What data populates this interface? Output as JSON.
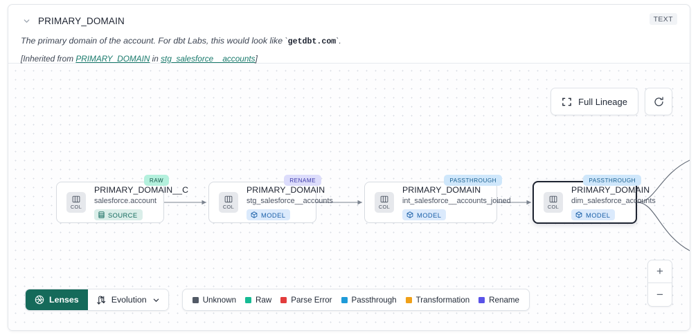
{
  "header": {
    "chevron_icon": "chevron-down-icon",
    "title": "PRIMARY_DOMAIN",
    "type_badge": "TEXT",
    "description_prefix": "The primary domain of the account. For dbt Labs, this would look like `",
    "description_code": "getdbt.com",
    "description_suffix": "`.",
    "inherited_prefix": "[Inherited from ",
    "inherited_link_1": "PRIMARY_DOMAIN",
    "inherited_mid": " in ",
    "inherited_link_2": "stg_salesforce__accounts",
    "inherited_suffix": "]"
  },
  "canvas": {
    "full_lineage_label": "Full Lineage",
    "full_lineage_icon": "expand-icon",
    "refresh_icon": "refresh-icon",
    "zoom_in_label": "+",
    "zoom_out_label": "−"
  },
  "nodes": [
    {
      "tag": "RAW",
      "tag_class": "tag-raw",
      "col_label": "COL",
      "title": "PRIMARY_DOMAIN__C",
      "subtitle": "salesforce.account",
      "kind": "SOURCE",
      "kind_class": "kind-source",
      "selected": false
    },
    {
      "tag": "RENAME",
      "tag_class": "tag-rename",
      "col_label": "COL",
      "title": "PRIMARY_DOMAIN",
      "subtitle": "stg_salesforce__accounts",
      "kind": "MODEL",
      "kind_class": "kind-model",
      "selected": false
    },
    {
      "tag": "PASSTHROUGH",
      "tag_class": "tag-passthrough",
      "col_label": "COL",
      "title": "PRIMARY_DOMAIN",
      "subtitle": "int_salesforce__accounts_joined",
      "kind": "MODEL",
      "kind_class": "kind-model",
      "selected": false
    },
    {
      "tag": "PASSTHROUGH",
      "tag_class": "tag-passthrough",
      "col_label": "COL",
      "title": "PRIMARY_DOMAIN",
      "subtitle": "dim_salesforce_accounts",
      "kind": "MODEL",
      "kind_class": "kind-model",
      "selected": true
    }
  ],
  "toolbar": {
    "lenses_label": "Lenses",
    "lenses_icon": "aperture-icon",
    "evolution_label": "Evolution",
    "evolution_icon": "evolution-arrows-icon",
    "evolution_chevron_icon": "chevron-down-icon"
  },
  "legend": {
    "items": [
      {
        "label": "Unknown",
        "color": "#525a66"
      },
      {
        "label": "Raw",
        "color": "#16bb94"
      },
      {
        "label": "Parse Error",
        "color": "#e23c3c"
      },
      {
        "label": "Passthrough",
        "color": "#1f9bd8"
      },
      {
        "label": "Transformation",
        "color": "#f0a018"
      },
      {
        "label": "Rename",
        "color": "#5a53e8"
      }
    ]
  },
  "colors": {
    "accent_green": "#156a5a",
    "link": "#18796b",
    "selected_border": "#1d2330"
  }
}
